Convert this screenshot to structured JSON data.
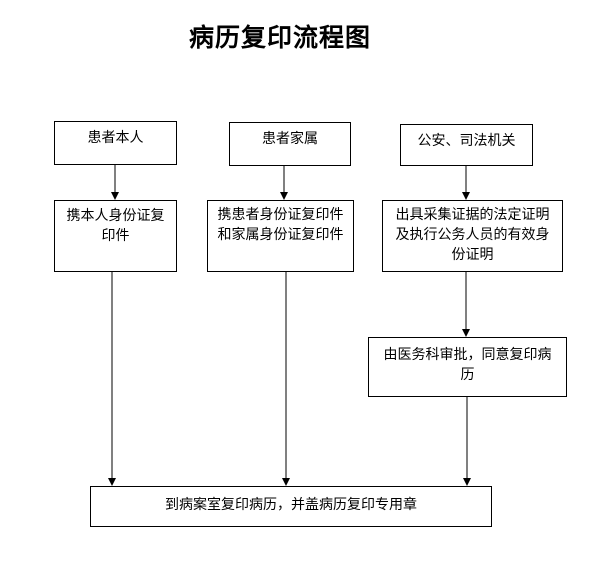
{
  "title": "病历复印流程图",
  "nodes": {
    "patient": "患者本人",
    "family": "患者家属",
    "police": "公安、司法机关",
    "patient_doc": "携本人身份证复印件",
    "family_doc": "携患者身份证复印件和家属身份证复印件",
    "police_doc": "出具采集证据的法定证明及执行公务人员的有效身份证明",
    "approval": "由医务科审批，同意复印病历",
    "final": "到病案室复印病历，并盖病历复印专用章"
  },
  "colors": {
    "line": "#000000",
    "box_border": "#000000",
    "background": "#ffffff"
  }
}
